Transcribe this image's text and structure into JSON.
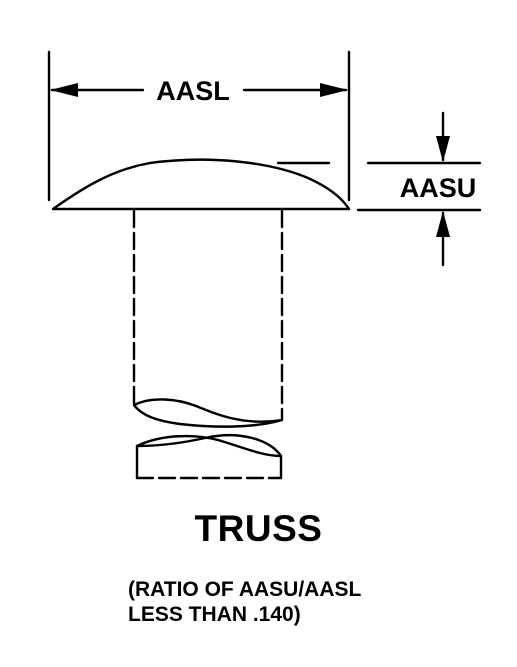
{
  "diagram": {
    "dimension_labels": {
      "width": "AASL",
      "height": "AASU"
    },
    "title": "TRUSS",
    "note_lines": [
      "(RATIO OF AASU/AASL",
      "LESS THAN .140)"
    ],
    "colors": {
      "line": "#000000",
      "background": "#ffffff"
    }
  }
}
